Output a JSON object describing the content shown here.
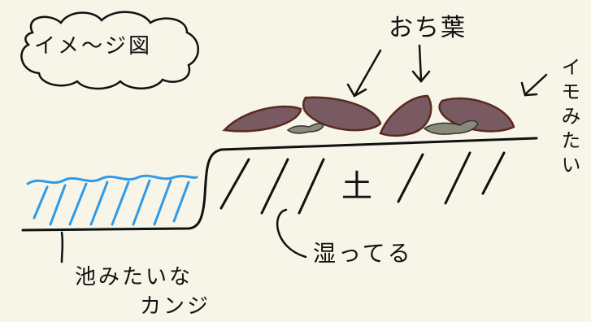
{
  "title": "イメ〜ジ図",
  "labels": {
    "leaves": "おち葉",
    "imo": "イモみたい",
    "soil": "土",
    "wet": "湿ってる",
    "pond_line1": "池みたいな",
    "pond_line2": "カンジ"
  },
  "colors": {
    "background": "#f7f5e8",
    "ink": "#111111",
    "water": "#2f9be8",
    "leaf_fill": "#7a5a62",
    "leaf_stroke": "#5a2a20",
    "creature": "#8a8a7a"
  }
}
